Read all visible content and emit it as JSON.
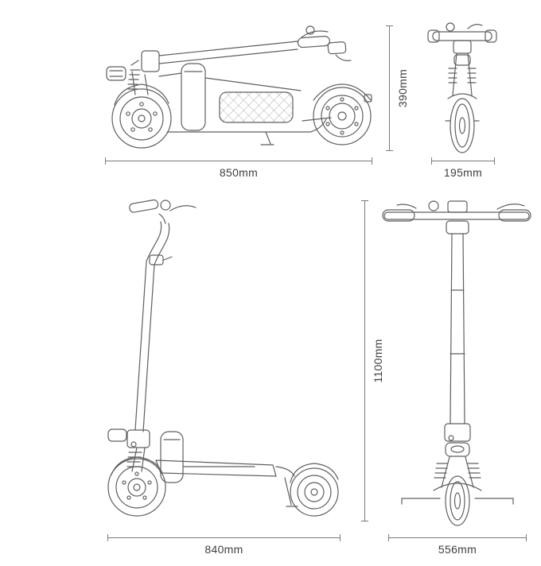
{
  "dimensions": {
    "folded_length": "850mm",
    "folded_height": "390mm",
    "folded_width": "195mm",
    "unfolded_length": "840mm",
    "unfolded_height": "1100mm",
    "unfolded_width": "556mm"
  },
  "colors": {
    "background": "#ffffff",
    "line": "#5f5f5f",
    "dimension_line": "#7a7a7a",
    "text": "#3f3f3f"
  }
}
